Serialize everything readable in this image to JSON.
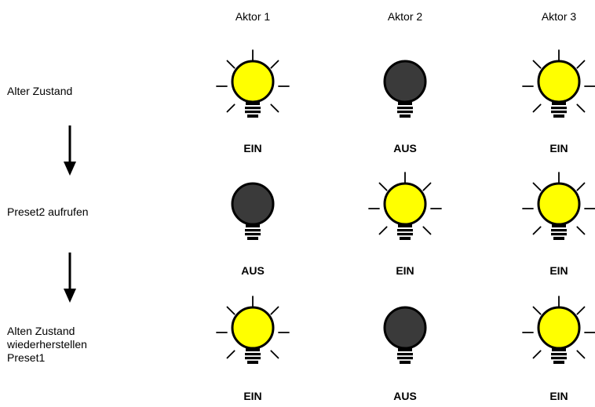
{
  "columns": [
    "Aktor 1",
    "Aktor 2",
    "Aktor 3"
  ],
  "rows": [
    {
      "label": "Alter Zustand",
      "states": [
        {
          "label": "EIN",
          "on": true
        },
        {
          "label": "AUS",
          "on": false
        },
        {
          "label": "EIN",
          "on": true
        }
      ]
    },
    {
      "label": "Preset2 aufrufen",
      "states": [
        {
          "label": "AUS",
          "on": false
        },
        {
          "label": "EIN",
          "on": true
        },
        {
          "label": "EIN",
          "on": true
        }
      ]
    },
    {
      "label_lines": [
        "Alten Zustand",
        "wiederherstellen",
        "Preset1"
      ],
      "states": [
        {
          "label": "EIN",
          "on": true
        },
        {
          "label": "AUS",
          "on": false
        },
        {
          "label": "EIN",
          "on": true
        }
      ]
    }
  ],
  "colors": {
    "bulb_on": "#ffff00",
    "bulb_off": "#3a3a3a",
    "rays": "#000000"
  },
  "icons": {
    "bulb_on": "light-bulb-on-icon",
    "bulb_off": "light-bulb-off-icon",
    "arrow": "arrow-down-icon"
  }
}
